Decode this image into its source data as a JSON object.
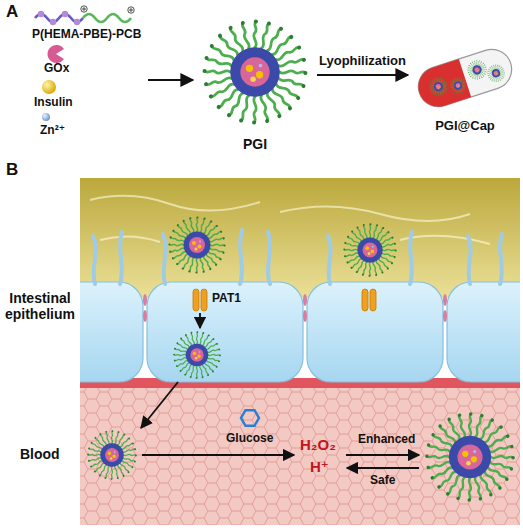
{
  "diagram": {
    "nodes": [
      {
        "text": [
          "P(HEMA-PBE)-PCB",
          "GOx",
          "Insulin",
          "Zn²⁺"
        ]
      },
      {
        "text": [
          "PGI"
        ]
      },
      {
        "text": [
          "PGI@Cap"
        ]
      }
    ],
    "edges": [
      {
        "from": 0,
        "to": 1,
        "arrow": "to"
      },
      {
        "from": 1,
        "to": 2,
        "label": "Lyophilization",
        "arrow": "to"
      }
    ],
    "labels": [
      "A",
      "B",
      "Intestinal epithelium",
      "PAT1",
      "Blood",
      "Glucose",
      "H₂O₂",
      "H⁺",
      "Enhanced",
      "Safe"
    ]
  }
}
